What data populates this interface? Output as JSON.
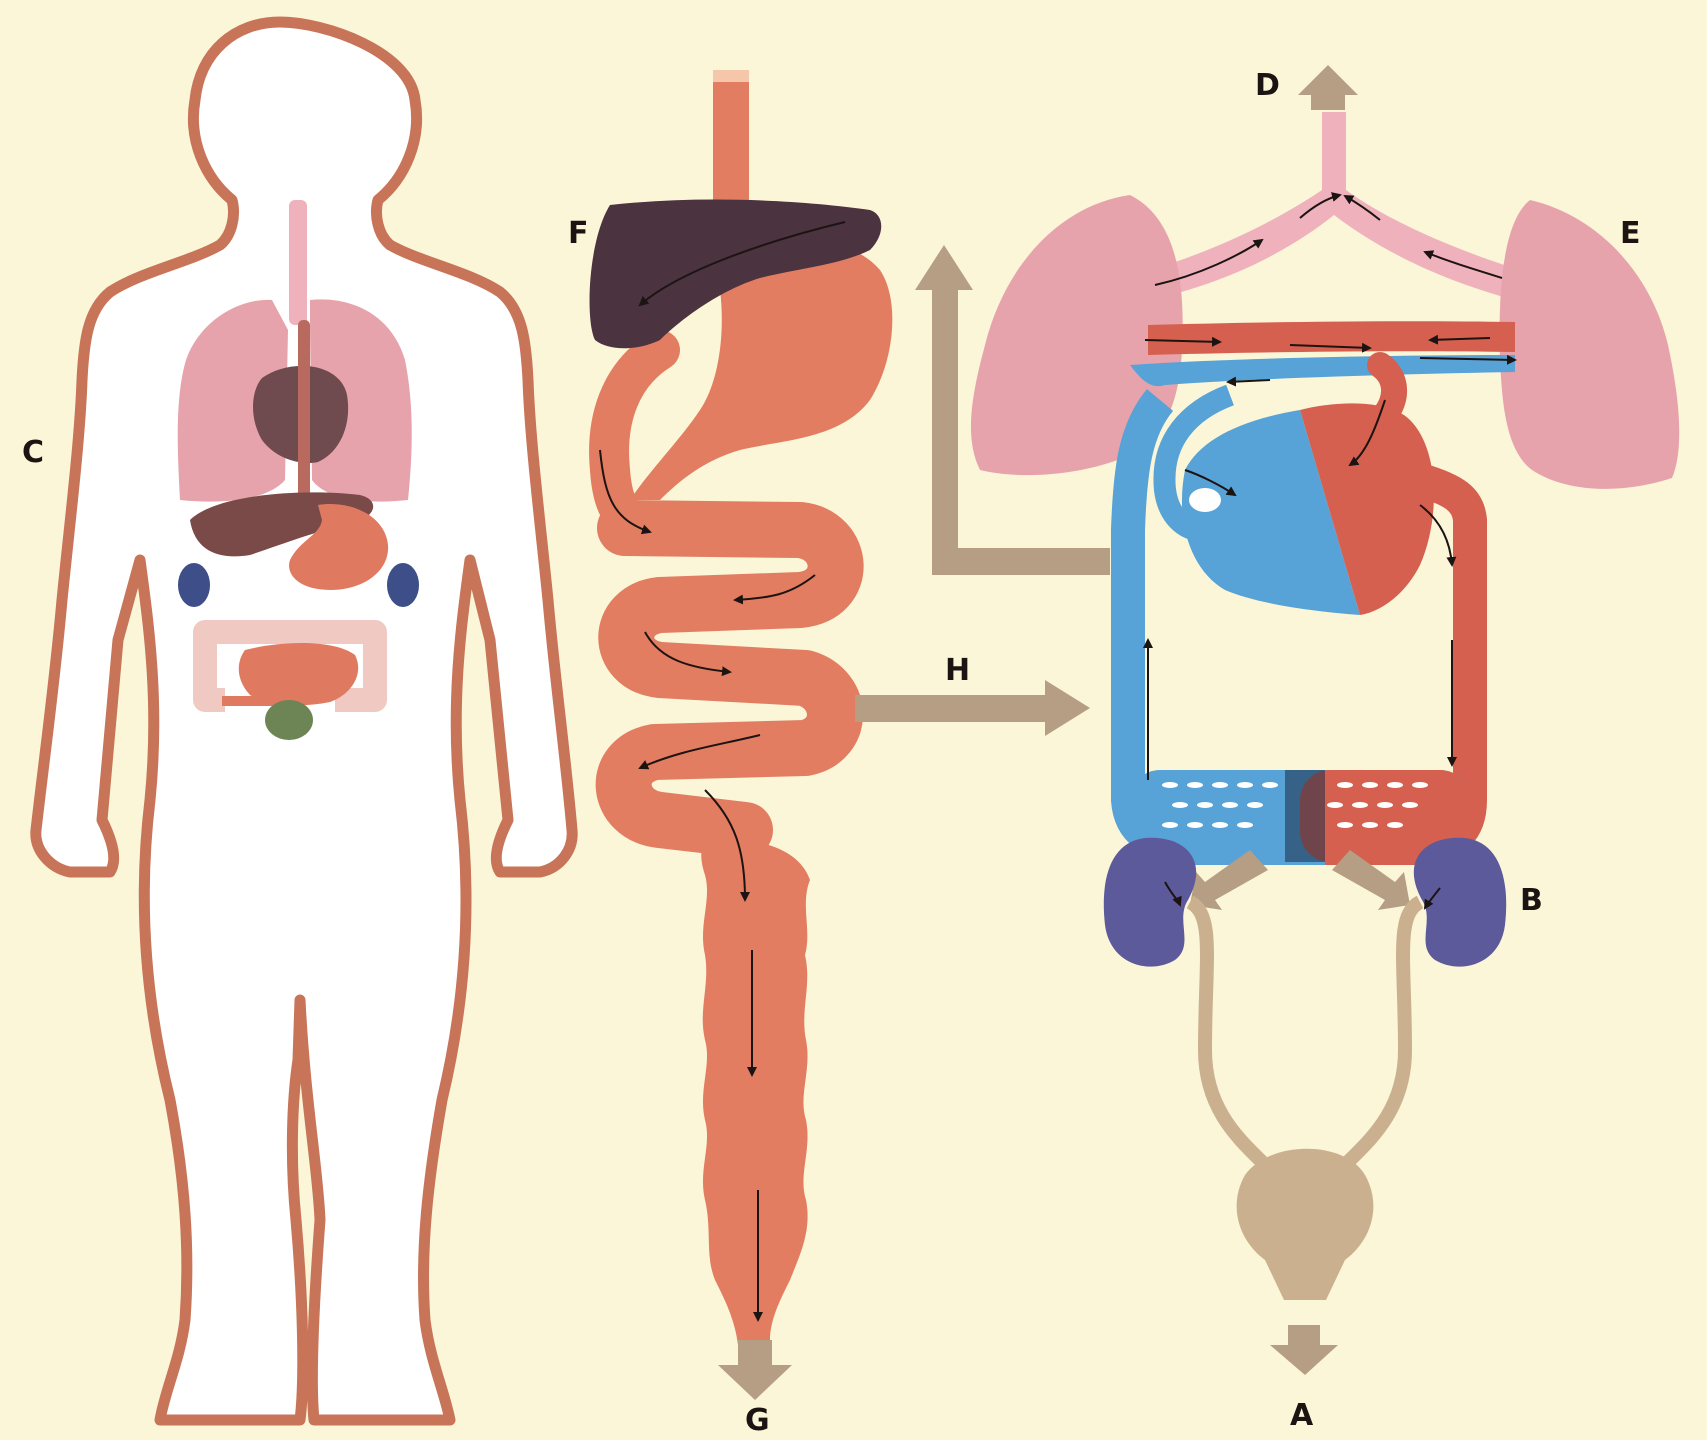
{
  "labels": {
    "A": "A",
    "B": "B",
    "C": "C",
    "D": "D",
    "E": "E",
    "F": "F",
    "G": "G",
    "H": "H"
  },
  "colors": {
    "background": "#fbf6d8",
    "body_outline": "#c87458",
    "lung": "#e7a3ac",
    "trachea": "#efb2bd",
    "gut": "#e27d62",
    "liver": "#4b3340",
    "deoxygenated_blood": "#57a2d6",
    "oxygenated_blood": "#d6604f",
    "kidney": "#5c5a9a",
    "bladder": "#cbb08f",
    "flow_arrow": "#b59e83",
    "colon_light": "#f1c9c3",
    "rectum_dot": "#6d8455",
    "label_text": "#1c1412"
  }
}
